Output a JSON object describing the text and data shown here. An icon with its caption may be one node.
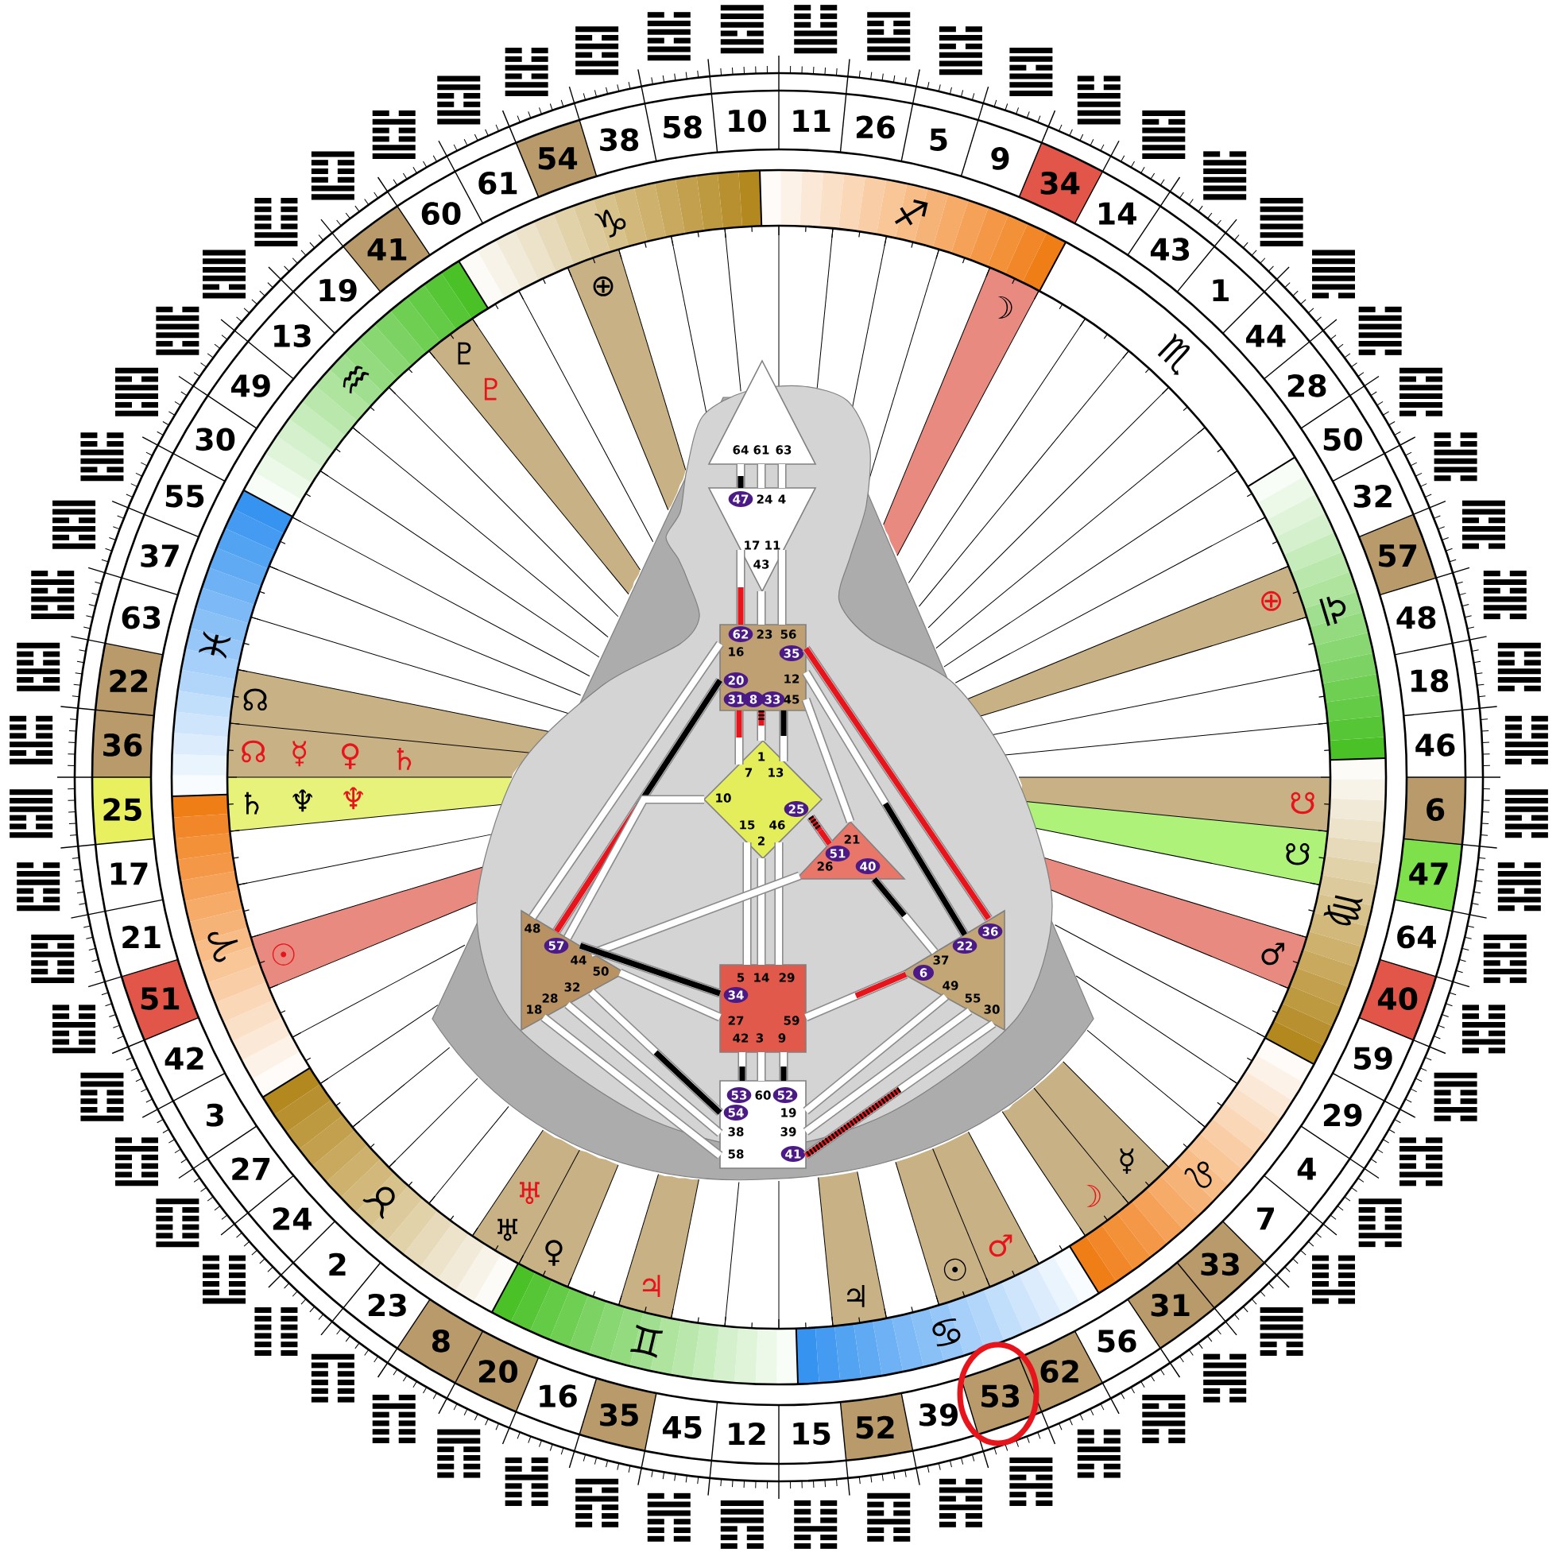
{
  "diagram": {
    "nodes": [
      {
        "text": [
          "64",
          "61",
          "63"
        ]
      },
      {
        "text": [
          "24",
          "4",
          "17",
          "11",
          "43"
        ]
      },
      {
        "text": [
          "23",
          "56",
          "16",
          "12",
          "45"
        ]
      },
      {
        "text": [
          "1",
          "7",
          "13",
          "10",
          "15",
          "46",
          "2"
        ]
      },
      {
        "text": [
          "21",
          "26"
        ]
      },
      {
        "text": [
          "48",
          "44",
          "50",
          "32",
          "28",
          "18"
        ]
      },
      {
        "text": [
          "5",
          "14",
          "29",
          "27",
          "59",
          "42",
          "3",
          "9"
        ]
      },
      {
        "text": [
          "37",
          "49",
          "55",
          "30"
        ]
      },
      {
        "text": [
          "60",
          "19",
          "38",
          "39",
          "58"
        ]
      },
      {
        "text": [
          "47"
        ],
        "in": 1
      },
      {
        "text": [
          "62"
        ],
        "in": 2
      },
      {
        "text": [
          "35"
        ],
        "in": 2
      },
      {
        "text": [
          "20"
        ],
        "in": 2
      },
      {
        "text": [
          "31"
        ],
        "in": 2
      },
      {
        "text": [
          "8"
        ],
        "in": 2
      },
      {
        "text": [
          "33"
        ],
        "in": 2
      },
      {
        "text": [
          "25"
        ],
        "in": 3
      },
      {
        "text": [
          "51"
        ],
        "in": 4
      },
      {
        "text": [
          "40"
        ],
        "in": 4
      },
      {
        "text": [
          "57"
        ],
        "in": 5
      },
      {
        "text": [
          "34"
        ],
        "in": 6
      },
      {
        "text": [
          "36"
        ],
        "in": 7
      },
      {
        "text": [
          "22"
        ],
        "in": 7
      },
      {
        "text": [
          "6"
        ],
        "in": 7
      },
      {
        "text": [
          "53"
        ],
        "in": 8
      },
      {
        "text": [
          "52"
        ],
        "in": 8
      },
      {
        "text": [
          "54"
        ],
        "in": 8
      },
      {
        "text": [
          "41"
        ],
        "in": 8
      }
    ],
    "edges": [
      {
        "from": 0,
        "to": 1,
        "arrow": "none"
      },
      {
        "from": 0,
        "to": 1,
        "arrow": "none"
      },
      {
        "from": 0,
        "to": 1,
        "arrow": "none"
      },
      {
        "from": 1,
        "to": 2,
        "arrow": "none"
      },
      {
        "from": 1,
        "to": 2,
        "arrow": "none"
      },
      {
        "from": 1,
        "to": 2,
        "arrow": "none"
      },
      {
        "from": 2,
        "to": 3,
        "arrow": "none"
      },
      {
        "from": 2,
        "to": 3,
        "arrow": "none"
      },
      {
        "from": 2,
        "to": 3,
        "arrow": "none"
      },
      {
        "from": 2,
        "to": 5,
        "arrow": "none"
      },
      {
        "from": 2,
        "to": 5,
        "arrow": "none"
      },
      {
        "from": 2,
        "to": 7,
        "arrow": "none"
      },
      {
        "from": 2,
        "to": 7,
        "arrow": "none"
      },
      {
        "from": 2,
        "to": 4,
        "arrow": "none"
      },
      {
        "from": 3,
        "to": 4,
        "arrow": "none"
      },
      {
        "from": 3,
        "to": 5,
        "arrow": "none"
      },
      {
        "from": 3,
        "to": 6,
        "arrow": "none"
      },
      {
        "from": 3,
        "to": 6,
        "arrow": "none"
      },
      {
        "from": 3,
        "to": 6,
        "arrow": "none"
      },
      {
        "from": 4,
        "to": 5,
        "arrow": "none"
      },
      {
        "from": 4,
        "to": 7,
        "arrow": "none"
      },
      {
        "from": 5,
        "to": 6,
        "arrow": "none"
      },
      {
        "from": 5,
        "to": 6,
        "arrow": "none"
      },
      {
        "from": 5,
        "to": 8,
        "arrow": "none"
      },
      {
        "from": 5,
        "to": 8,
        "arrow": "none"
      },
      {
        "from": 5,
        "to": 8,
        "arrow": "none"
      },
      {
        "from": 6,
        "to": 7,
        "arrow": "none"
      },
      {
        "from": 6,
        "to": 8,
        "arrow": "none"
      },
      {
        "from": 6,
        "to": 8,
        "arrow": "none"
      },
      {
        "from": 6,
        "to": 8,
        "arrow": "none"
      },
      {
        "from": 7,
        "to": 8,
        "arrow": "none"
      },
      {
        "from": 7,
        "to": 8,
        "arrow": "none"
      },
      {
        "from": 7,
        "to": 8,
        "arrow": "none"
      }
    ],
    "labels": [
      "11",
      "26",
      "5",
      "9",
      "34",
      "14",
      "43",
      "1",
      "44",
      "28",
      "50",
      "32",
      "57",
      "48",
      "18",
      "46",
      "6",
      "47",
      "64",
      "40",
      "59",
      "29",
      "4",
      "7",
      "33",
      "31",
      "56",
      "62",
      "53",
      "39",
      "52",
      "15",
      "12",
      "45",
      "35",
      "16",
      "20",
      "8",
      "23",
      "2",
      "24",
      "27",
      "3",
      "42",
      "51",
      "21",
      "17",
      "25",
      "36",
      "22",
      "63",
      "37",
      "55",
      "30",
      "49",
      "13",
      "19",
      "41",
      "60",
      "61",
      "54",
      "38",
      "58",
      "10",
      "♐",
      "♏",
      "♎",
      "♍",
      "♌",
      "♋",
      "♊",
      "♉",
      "♈",
      "♓",
      "♒",
      "♑",
      "☽",
      "⊕",
      "☋",
      "☋",
      "♂",
      "☿",
      "☽",
      "♂",
      "☉",
      "♃",
      "♃",
      "♀",
      "♅",
      "♅",
      "☉",
      "♄",
      "♆",
      "♆",
      "☊",
      "☿",
      "♀",
      "♄",
      "☊",
      "♇",
      "♇",
      "⊕"
    ]
  }
}
